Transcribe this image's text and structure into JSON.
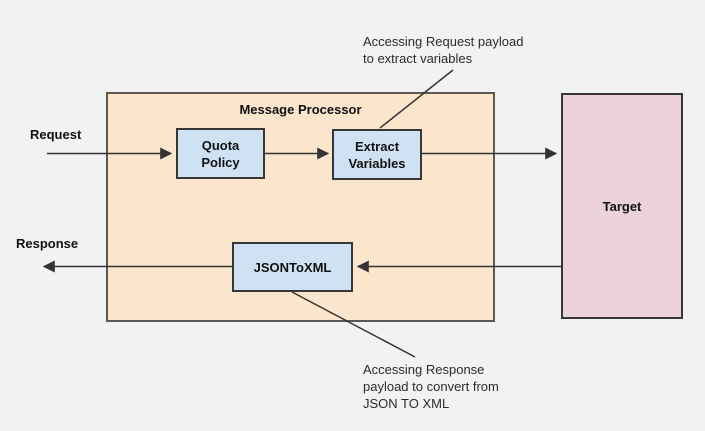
{
  "diagram": {
    "processor": {
      "title": "Message Processor"
    },
    "nodes": {
      "quota": {
        "label": "Quota\nPolicy"
      },
      "extract": {
        "label": "Extract\nVariables"
      },
      "jsontoxml": {
        "label": "JSONToXML"
      }
    },
    "target": {
      "label": "Target"
    },
    "flows": {
      "request_label": "Request",
      "response_label": "Response"
    },
    "annotations": {
      "request_payload": "Accessing Request payload\nto extract variables",
      "response_payload": "Accessing Response\npayload to convert from\nJSON TO XML"
    },
    "colors": {
      "background": "#f2f2f2",
      "processor_fill": "#fce5cd",
      "node_fill": "#cfe2f3",
      "target_fill": "#ead1dc",
      "line": "#333333"
    }
  }
}
